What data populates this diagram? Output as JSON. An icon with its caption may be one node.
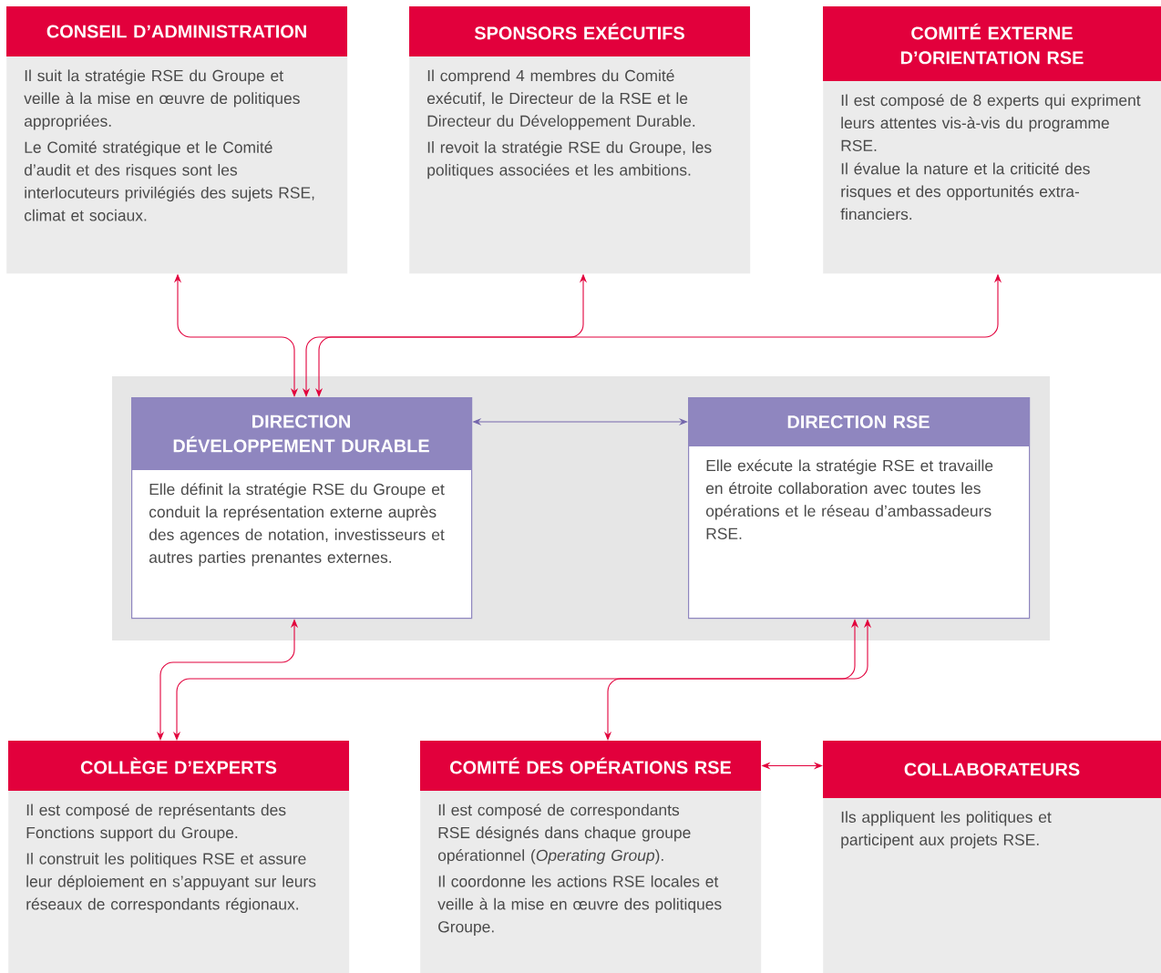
{
  "diagram": {
    "nodes": [
      {
        "text": [
          "CONSEIL D’ADMINISTRATION",
          "Il suit la stratégie RSE du Groupe et veille à la mise en œuvre de politiques appropriées.",
          "Le Comité stratégique et le Comité d’audit et des risques sont les interlocuteurs privilégiés des sujets RSE, climat et sociaux."
        ]
      },
      {
        "text": [
          "SPONSORS EXÉCUTIFS",
          "Il comprend 4 membres du Comité exécutif,  le Directeur de la RSE et le Directeur du Développement Durable.",
          "Il revoit la stratégie RSE du Groupe, les politiques associées et les ambitions."
        ]
      },
      {
        "text": [
          "COMITÉ EXTERNE D’ORIENTATION RSE",
          "Il est composé de 8 experts qui expriment leurs attentes vis-à-vis du programme RSE.",
          "Il évalue la nature et la criticité des risques et des opportunités extra-financiers."
        ]
      },
      {
        "text": [
          "DIRECTION DÉVELOPPEMENT DURABLE",
          "Elle définit la stratégie RSE du Groupe et conduit la représentation externe auprès des agences de notation, investisseurs et autres parties prenantes externes."
        ]
      },
      {
        "text": [
          "DIRECTION RSE",
          "Elle exécute la stratégie RSE et travaille en étroite collaboration avec toutes les opérations et le réseau d’ambassadeurs RSE."
        ]
      },
      {
        "text": [
          "COLLÈGE D’EXPERTS",
          "Il est composé de représentants des Fonctions support du Groupe.",
          "Il construit les politiques RSE et assure leur déploiement en s’appuyant sur leurs réseaux de correspondants régionaux."
        ]
      },
      {
        "text": [
          "COMITÉ DES OPÉRATIONS RSE",
          "Il est composé de correspondants RSE désignés dans chaque groupe opérationnel (*Operating Group*).",
          "Il coordonne les actions RSE locales et veille à la mise en œuvre des politiques Groupe."
        ]
      },
      {
        "text": [
          "COLLABORATEURS",
          "Ils appliquent les politiques et participent aux projets RSE."
        ]
      }
    ],
    "edges": [
      {
        "from": 0,
        "to": 3,
        "arrow": "both"
      },
      {
        "from": 1,
        "to": 3,
        "arrow": "both"
      },
      {
        "from": 2,
        "to": 3,
        "arrow": "both"
      },
      {
        "from": 3,
        "to": 4,
        "arrow": "both",
        "color": "#7467ac"
      },
      {
        "from": 3,
        "to": 5,
        "arrow": "both"
      },
      {
        "from": 4,
        "to": 5,
        "arrow": "both"
      },
      {
        "from": 4,
        "to": 6,
        "arrow": "both"
      },
      {
        "from": 6,
        "to": 7,
        "arrow": "both"
      }
    ]
  }
}
